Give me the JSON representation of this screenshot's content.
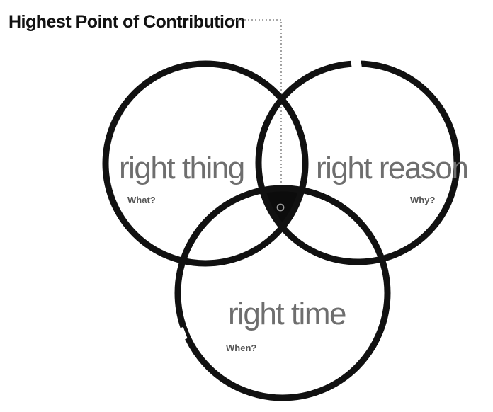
{
  "title": "Highest Point of Contribution",
  "circles": [
    {
      "label": "right thing",
      "question": "What?"
    },
    {
      "label": "right reason",
      "question": "Why?"
    },
    {
      "label": "right time",
      "question": "When?"
    }
  ],
  "colors": {
    "ring": "#111111",
    "label": "#6e6e6e",
    "question": "#555555",
    "intersection": "#0c0c0c",
    "leader": "#8a8a8a"
  }
}
